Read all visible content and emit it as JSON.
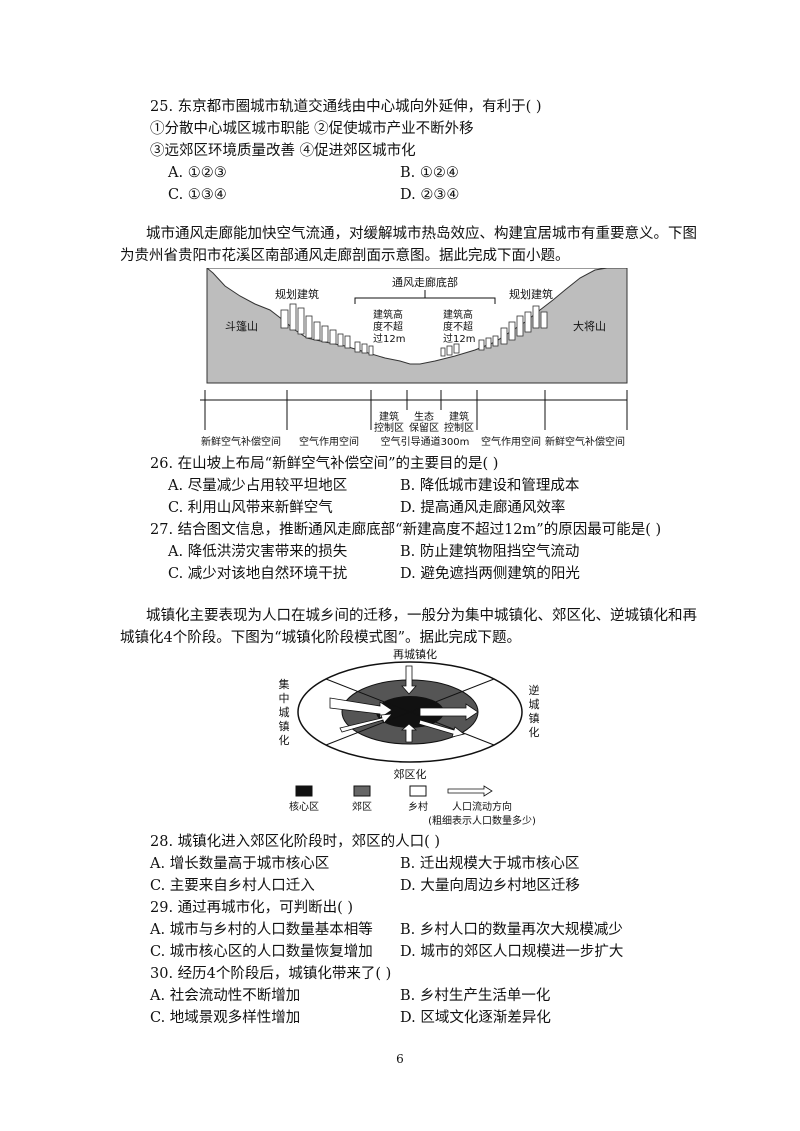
{
  "q25": {
    "stem": "25. 东京都市圈城市轨道交通线由中心城向外延伸，有利于(    )",
    "opt_line1": "①分散中心城区城市职能   ②促使城市产业不断外移",
    "opt_line2": "③远郊区环境质量改善     ④促进郊区城市化",
    "A": "A. ①②③",
    "B": "B. ①②④",
    "C": "C. ①③④",
    "D": "D. ②③④"
  },
  "passage1": {
    "line1": "城市通风走廊能加快空气流通，对缓解城市热岛效应、构建宜居城市有重要意义。下图",
    "line2": "为贵州省贵阳市花溪区南部通风走廊剖面示意图。据此完成下面小题。"
  },
  "figure1": {
    "left_mountain": "斗篷山",
    "right_mountain": "大将山",
    "corridor_label": "通风走廊底部",
    "planned_left": "规划建筑",
    "planned_right": "规划建筑",
    "height_limit": [
      "建筑高",
      "度不超",
      "过12m"
    ],
    "bottom_left": "新鲜空气补偿空间",
    "bottom_left2": "空气作用空间",
    "ctrl_left": [
      "建筑",
      "控制区"
    ],
    "eco": [
      "生态",
      "保留区"
    ],
    "ctrl_right": [
      "建筑",
      "控制区"
    ],
    "guide": "空气引导通道300m",
    "bottom_right2": "空气作用空间",
    "bottom_right": "新鲜空气补偿空间"
  },
  "q26": {
    "stem": "26. 在山坡上布局“新鲜空气补偿空间”的主要目的是(    )",
    "A": "A. 尽量减少占用较平坦地区",
    "B": "B. 降低城市建设和管理成本",
    "C": "C. 利用山风带来新鲜空气",
    "D": "D. 提高通风走廊通风效率"
  },
  "q27": {
    "stem": "27. 结合图文信息，推断通风走廊底部“新建高度不超过12m”的原因最可能是(    )",
    "A": "A. 降低洪涝灾害带来的损失",
    "B": "B. 防止建筑物阻挡空气流动",
    "C": "C. 减少对该地自然环境干扰",
    "D": "D. 避免遮挡两侧建筑的阳光"
  },
  "passage2": {
    "line1": "城镇化主要表现为人口在城乡间的迁移，一般分为集中城镇化、郊区化、逆城镇化和再",
    "line2": "城镇化4个阶段。下图为“城镇化阶段模式图”。据此完成下题。"
  },
  "figure2": {
    "top": "再城镇化",
    "left": [
      "集",
      "中",
      "城",
      "镇",
      "化"
    ],
    "right": [
      "逆",
      "城",
      "镇",
      "化"
    ],
    "bottom": "郊区化",
    "legend_core": "核心区",
    "legend_suburb": "郊区",
    "legend_rural": "乡村",
    "legend_flow": "人口流动方向",
    "legend_note": "(粗细表示人口数量多少)"
  },
  "q28": {
    "stem": "28. 城镇化进入郊区化阶段时，郊区的人口(    )",
    "A": "A. 增长数量高于城市核心区",
    "B": "B. 迁出规模大于城市核心区",
    "C": "C. 主要来自乡村人口迁入",
    "D": "D. 大量向周边乡村地区迁移"
  },
  "q29": {
    "stem": "29. 通过再城市化，可判断出(    )",
    "A": "A. 城市与乡村的人口数量基本相等",
    "B": "B. 乡村人口的数量再次大规模减少",
    "C": "C. 城市核心区的人口数量恢复增加",
    "D": "D. 城市的郊区人口规模进一步扩大"
  },
  "q30": {
    "stem": "30. 经历4个阶段后，城镇化带来了(    )",
    "A": "A. 社会流动性不断增加",
    "B": "B. 乡村生产生活单一化",
    "C": "C. 地域景观多样性增加",
    "D": "D. 区域文化逐渐差异化"
  },
  "page_number": "6"
}
